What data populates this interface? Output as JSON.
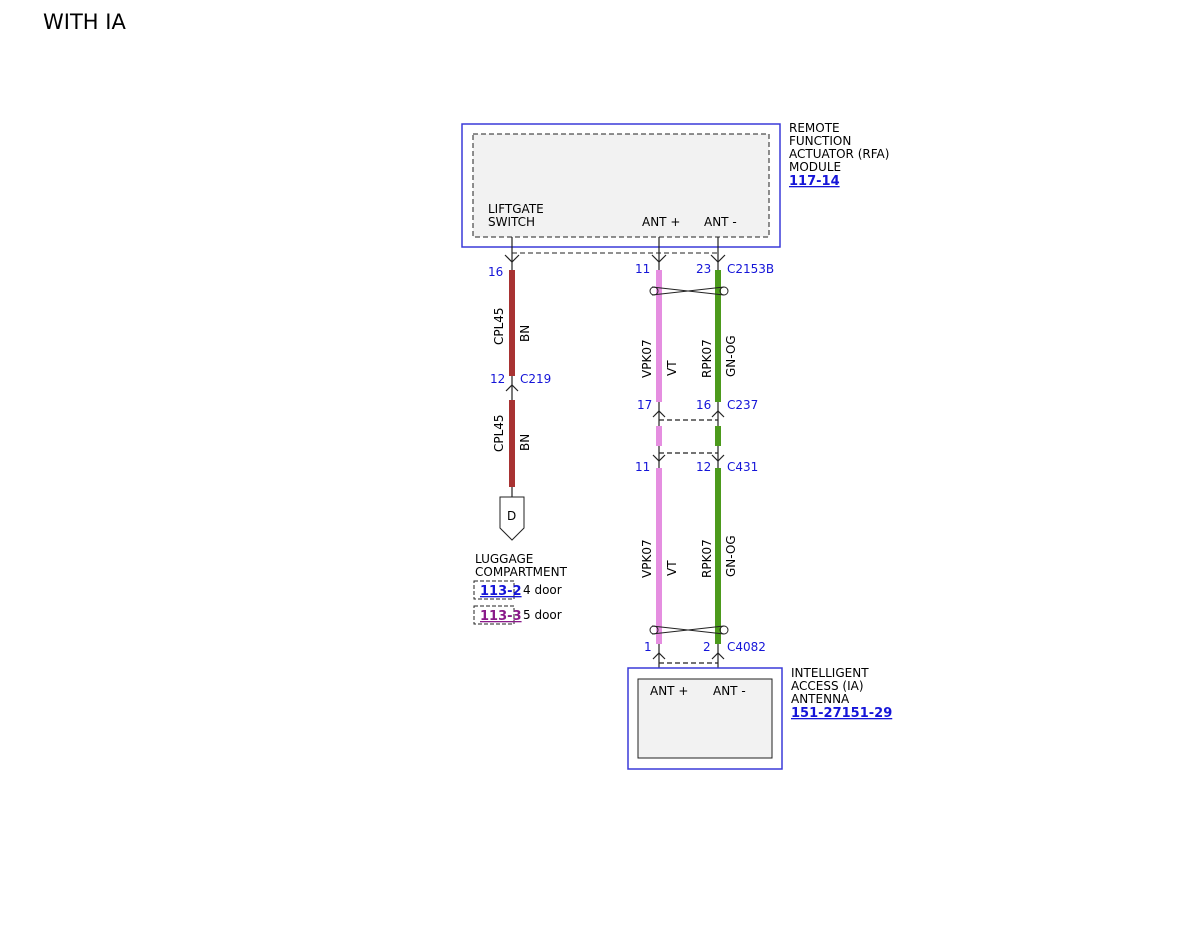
{
  "page": {
    "title": "WITH IA"
  },
  "rfa_module": {
    "name_lines": [
      "REMOTE",
      "FUNCTION",
      "ACTUATOR (RFA)",
      "MODULE"
    ],
    "ref": "117-14",
    "pins": {
      "liftgate_line1": "LIFTGATE",
      "liftgate_line2": "SWITCH",
      "ant_plus": "ANT +",
      "ant_minus": "ANT -"
    }
  },
  "ia_antenna": {
    "name_lines": [
      "INTELLIGENT",
      "ACCESS (IA)",
      "ANTENNA"
    ],
    "ref": "151-27151-29",
    "pins": {
      "ant_plus": "ANT +",
      "ant_minus": "ANT -"
    }
  },
  "connectors": {
    "c2153b": {
      "name": "C2153B",
      "pin_a": "16",
      "pin_b": "11",
      "pin_c": "23"
    },
    "c219": {
      "name": "C219",
      "pin": "12"
    },
    "c237": {
      "name": "C237",
      "pin_a": "17",
      "pin_b": "16"
    },
    "c431": {
      "name": "C431",
      "pin_a": "11",
      "pin_b": "12"
    },
    "c4082": {
      "name": "C4082",
      "pin_a": "1",
      "pin_b": "2"
    }
  },
  "wires": {
    "cpl45": {
      "circuit": "CPL45",
      "color_code": "BN",
      "color": "#a83232"
    },
    "vpk07": {
      "circuit": "VPK07",
      "color_code": "VT",
      "color": "#e58ee0"
    },
    "rpk07": {
      "circuit": "RPK07",
      "color_code": "GN-OG",
      "color": "#4c9a1c"
    }
  },
  "ground": {
    "symbol": "D",
    "location_line1": "LUGGAGE",
    "location_line2": "COMPARTMENT",
    "refs": [
      {
        "ref": "113-2",
        "desc": "4 door",
        "color": "#1515d8"
      },
      {
        "ref": "113-3",
        "desc": "5 door",
        "color": "#8a1a8a"
      }
    ]
  },
  "colors": {
    "border": "#3a3ad8",
    "box_fill": "#f2f2f2",
    "pin_blue": "#1515d8"
  }
}
